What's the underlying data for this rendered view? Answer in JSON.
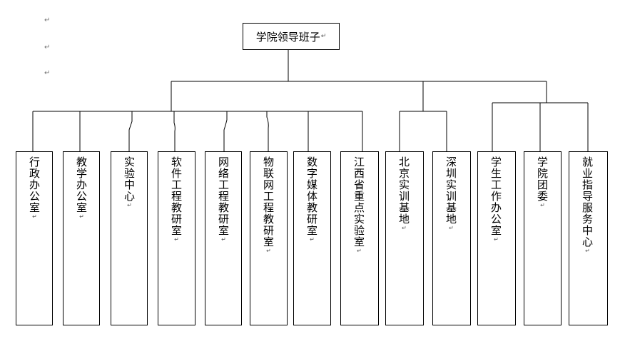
{
  "root": {
    "label": "学院领导班子"
  },
  "paragraph_mark": "↵",
  "departments": [
    {
      "id": "admin-office",
      "label": "行政办公室"
    },
    {
      "id": "teaching-office",
      "label": "教学办公室"
    },
    {
      "id": "lab-center",
      "label": "实验中心"
    },
    {
      "id": "software-eng",
      "label": "软件工程教研室"
    },
    {
      "id": "network-eng",
      "label": "网络工程教研室"
    },
    {
      "id": "iot-eng",
      "label": "物联网工程教研室"
    },
    {
      "id": "digital-media",
      "label": "数字媒体教研室"
    },
    {
      "id": "jiangxi-lab",
      "label": "江西省重点实验室"
    },
    {
      "id": "beijing-base",
      "label": "北京实训基地"
    },
    {
      "id": "shenzhen-base",
      "label": "深圳实训基地"
    },
    {
      "id": "student-affairs",
      "label": "学生工作办公室"
    },
    {
      "id": "youth-league",
      "label": "学院团委"
    },
    {
      "id": "career-center",
      "label": "就业指导服务中心"
    }
  ]
}
